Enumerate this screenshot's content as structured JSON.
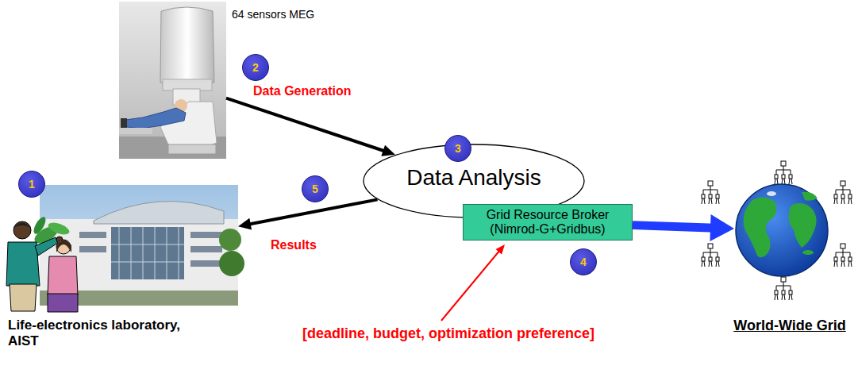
{
  "diagram": {
    "nodes": [
      {
        "text": [
          "64 sensors MEG"
        ]
      },
      {
        "text": [
          "Life-electronics laboratory, AIST"
        ]
      },
      {
        "text": [
          "Data Analysis"
        ]
      },
      {
        "text": [
          "Grid Resource Broker (Nimrod-G+Gridbus)"
        ]
      },
      {
        "text": [
          "World-Wide Grid"
        ]
      }
    ],
    "edges": [
      {
        "from": 0,
        "to": 2,
        "label": "Data Generation",
        "arrow": "to"
      },
      {
        "from": 2,
        "to": 1,
        "label": "Results",
        "arrow": "to"
      },
      {
        "from": 3,
        "to": 4,
        "arrow": "to"
      }
    ],
    "labels": [
      "1",
      "2",
      "3",
      "4",
      "5",
      "[deadline, budget, optimization preference]"
    ]
  }
}
